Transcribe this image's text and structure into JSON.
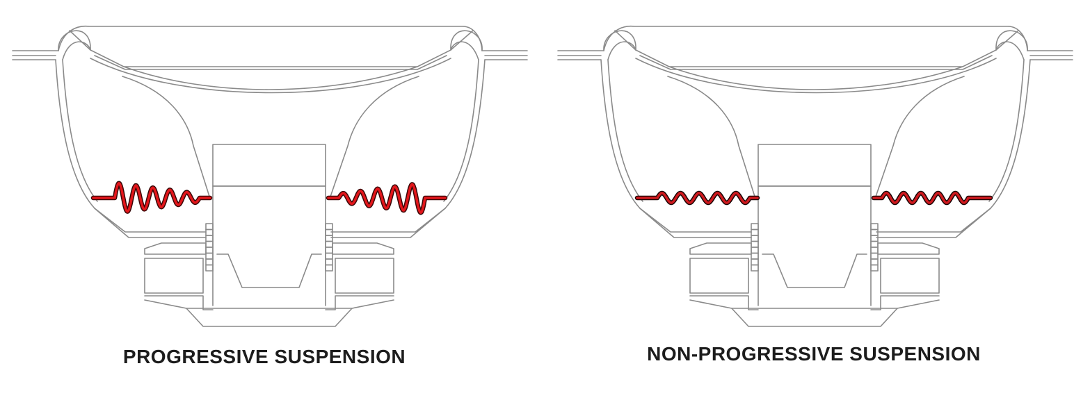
{
  "diagrams": [
    {
      "id": "progressive",
      "caption": "PROGRESSIVE SUSPENSION",
      "spider_style": "progressive",
      "spider_color": "#e3161b",
      "spider_shadow": "#3a0808"
    },
    {
      "id": "non-progressive",
      "caption": "NON-PROGRESSIVE SUSPENSION",
      "spider_style": "uniform",
      "spider_color": "#d01a1f",
      "spider_shadow": "#1a0505"
    }
  ],
  "outline_color": "#8a8a8a"
}
